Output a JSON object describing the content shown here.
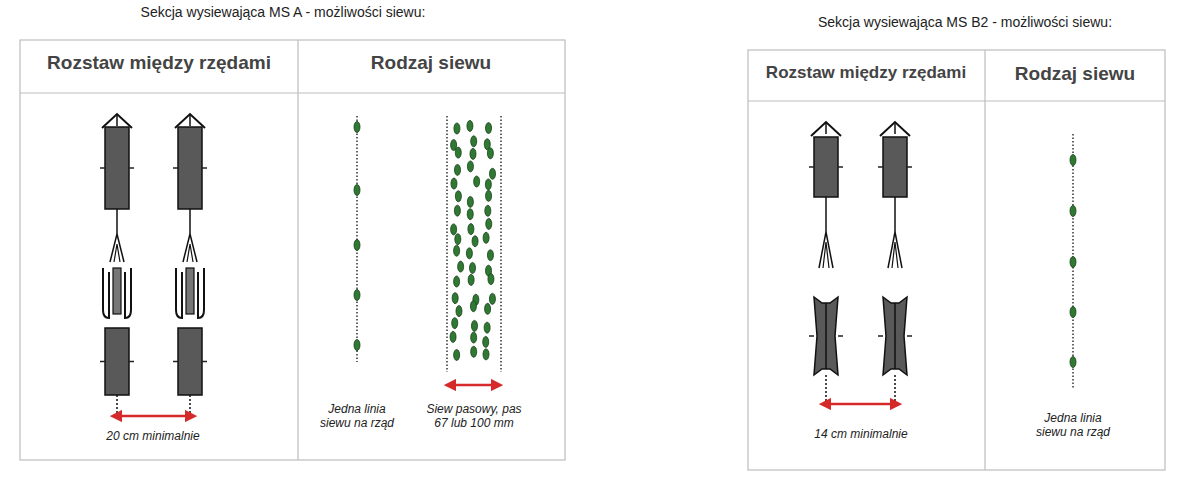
{
  "diagram": {
    "labels": [
      "Sekcja wysiewająca MS A - możliwości siewu:",
      "Rozstaw między rzędami",
      "Rodzaj siewu",
      "20 cm minimalnie",
      "Jedna linia siewu na rząd",
      "Siew pasowy, pas 67 lub 100 mm",
      "Sekcja wysiewająca MS B2 - możliwości siewu:",
      "Rozstaw między rzędami",
      "Rodzaj siewu",
      "14 cm minimalnie",
      "Jedna linia siewu na rząd"
    ]
  }
}
